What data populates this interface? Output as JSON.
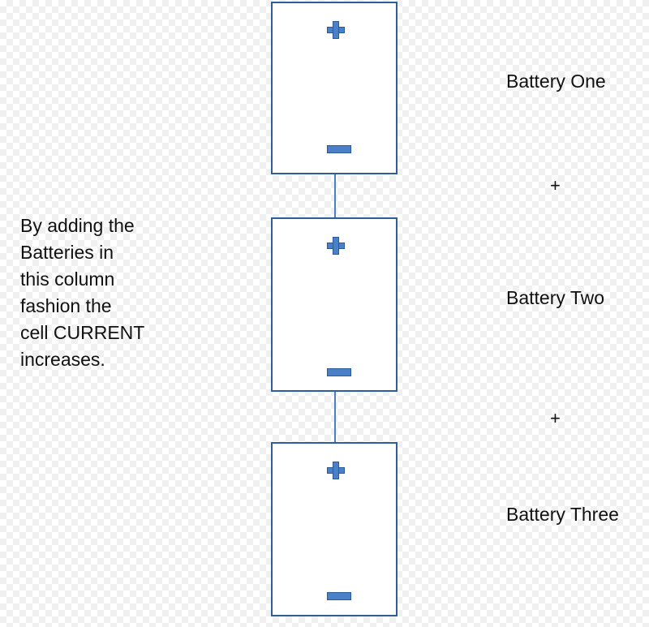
{
  "explanation": {
    "lines": [
      "By adding the",
      "Batteries in",
      "this column",
      "fashion the",
      "cell CURRENT",
      "increases."
    ]
  },
  "batteries": [
    {
      "label": "Battery One",
      "positive_icon": "plus-icon",
      "negative_icon": "minus-icon"
    },
    {
      "label": "Battery Two",
      "positive_icon": "plus-icon",
      "negative_icon": "minus-icon"
    },
    {
      "label": "Battery Three",
      "positive_icon": "plus-icon",
      "negative_icon": "minus-icon"
    }
  ],
  "operators": [
    "+",
    "+"
  ],
  "colors": {
    "battery_outline": "#2e5f94",
    "terminal_fill": "#4a80c8",
    "connector": "#4a80c8"
  }
}
